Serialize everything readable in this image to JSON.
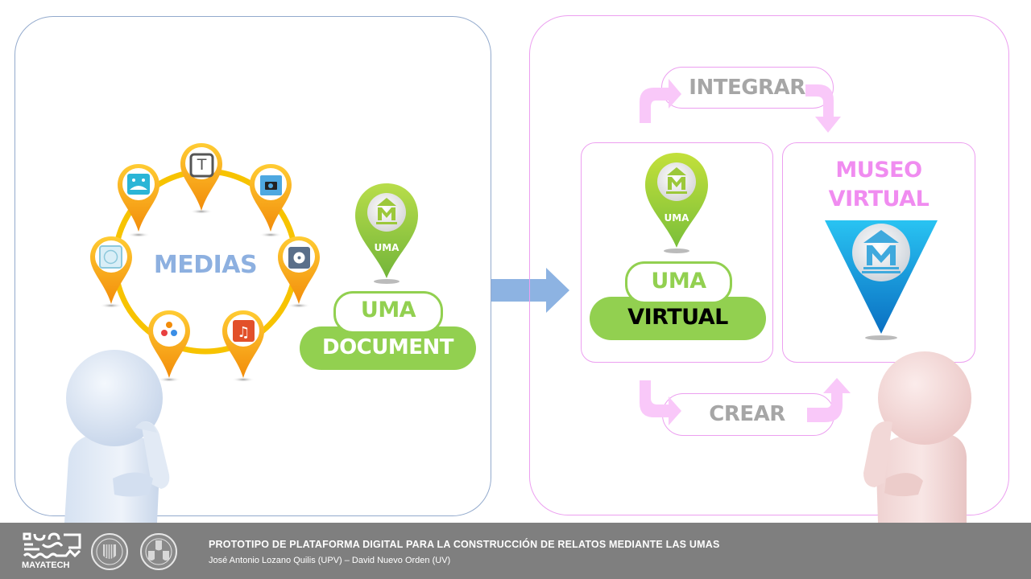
{
  "left_panel": {
    "center_label": "MEDIAS",
    "media_icons": [
      {
        "name": "panorama-360-icon"
      },
      {
        "name": "text-icon",
        "glyph": "T"
      },
      {
        "name": "camera-icon"
      },
      {
        "name": "vr-360-icon"
      },
      {
        "name": "film-reel-icon"
      },
      {
        "name": "3d-model-icon"
      },
      {
        "name": "music-note-icon"
      }
    ],
    "uma_pin_label": "UMA",
    "uma_document": {
      "top": "UMA",
      "bottom": "DOCUMENT"
    }
  },
  "right_panel": {
    "integrar_label": "INTEGRAR",
    "crear_label": "CREAR",
    "uma_pin_label": "UMA",
    "uma_virtual": {
      "top": "UMA",
      "bottom": "VIRTUAL"
    },
    "museo_virtual": {
      "line1": "MUSEO",
      "line2": "VIRTUAL"
    }
  },
  "footer": {
    "logo_text": "MAYATECH",
    "title": "PROTOTIPO DE PLATAFORMA DIGITAL PARA LA CONSTRUCCIÓN DE RELATOS MEDIANTE LAS UMAS",
    "authors": "José Antonio Lozano Quilis (UPV) – David Nuevo Orden (UV)"
  },
  "colors": {
    "left_border": "#93aacd",
    "right_border": "#ec9ff0",
    "green": "#92d050",
    "orange": "#f5a623",
    "blue_arrow": "#8db3e2",
    "pink_arrow": "#f9c8f9",
    "museo_text": "#f08cf0",
    "footer_bg": "#7f7f7f"
  }
}
